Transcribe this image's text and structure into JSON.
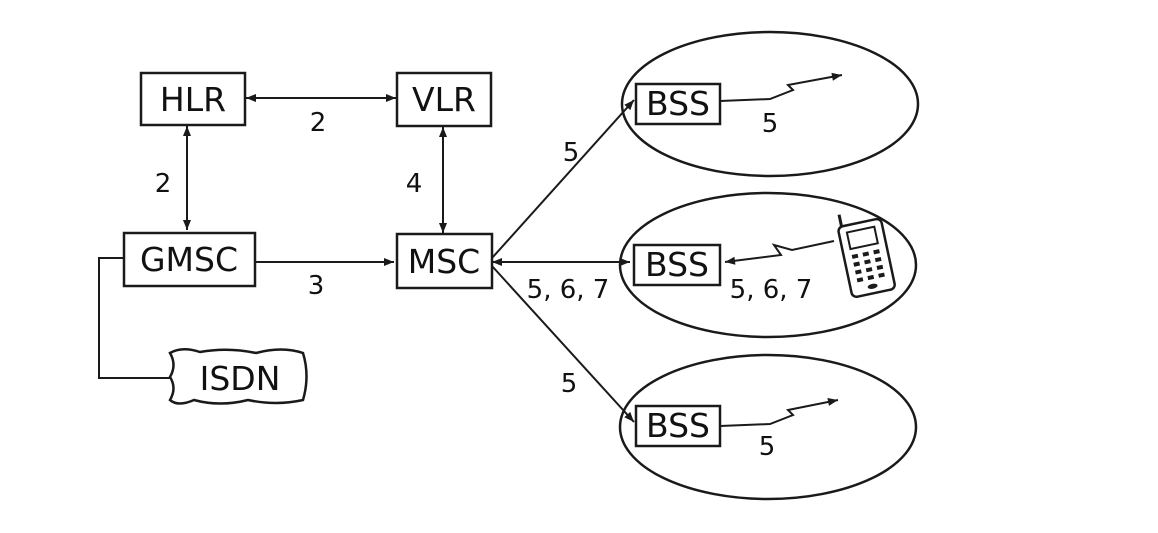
{
  "nodes": {
    "hlr": "HLR",
    "vlr": "VLR",
    "gmsc": "GMSC",
    "msc": "MSC",
    "isdn": "ISDN",
    "bss_top": "BSS",
    "bss_middle": "BSS",
    "bss_bottom": "BSS"
  },
  "edge_labels": {
    "hlr_vlr": "2",
    "hlr_gmsc": "2",
    "vlr_msc": "4",
    "gmsc_msc": "3",
    "msc_bss_top": "5",
    "msc_bss_middle": "5, 6, 7",
    "msc_bss_bottom": "5",
    "bss_top_radio": "5",
    "bss_middle_radio": "5, 6, 7",
    "bss_bottom_radio": "5"
  },
  "icons": {
    "mobile_phone": "mobile-phone-icon"
  }
}
